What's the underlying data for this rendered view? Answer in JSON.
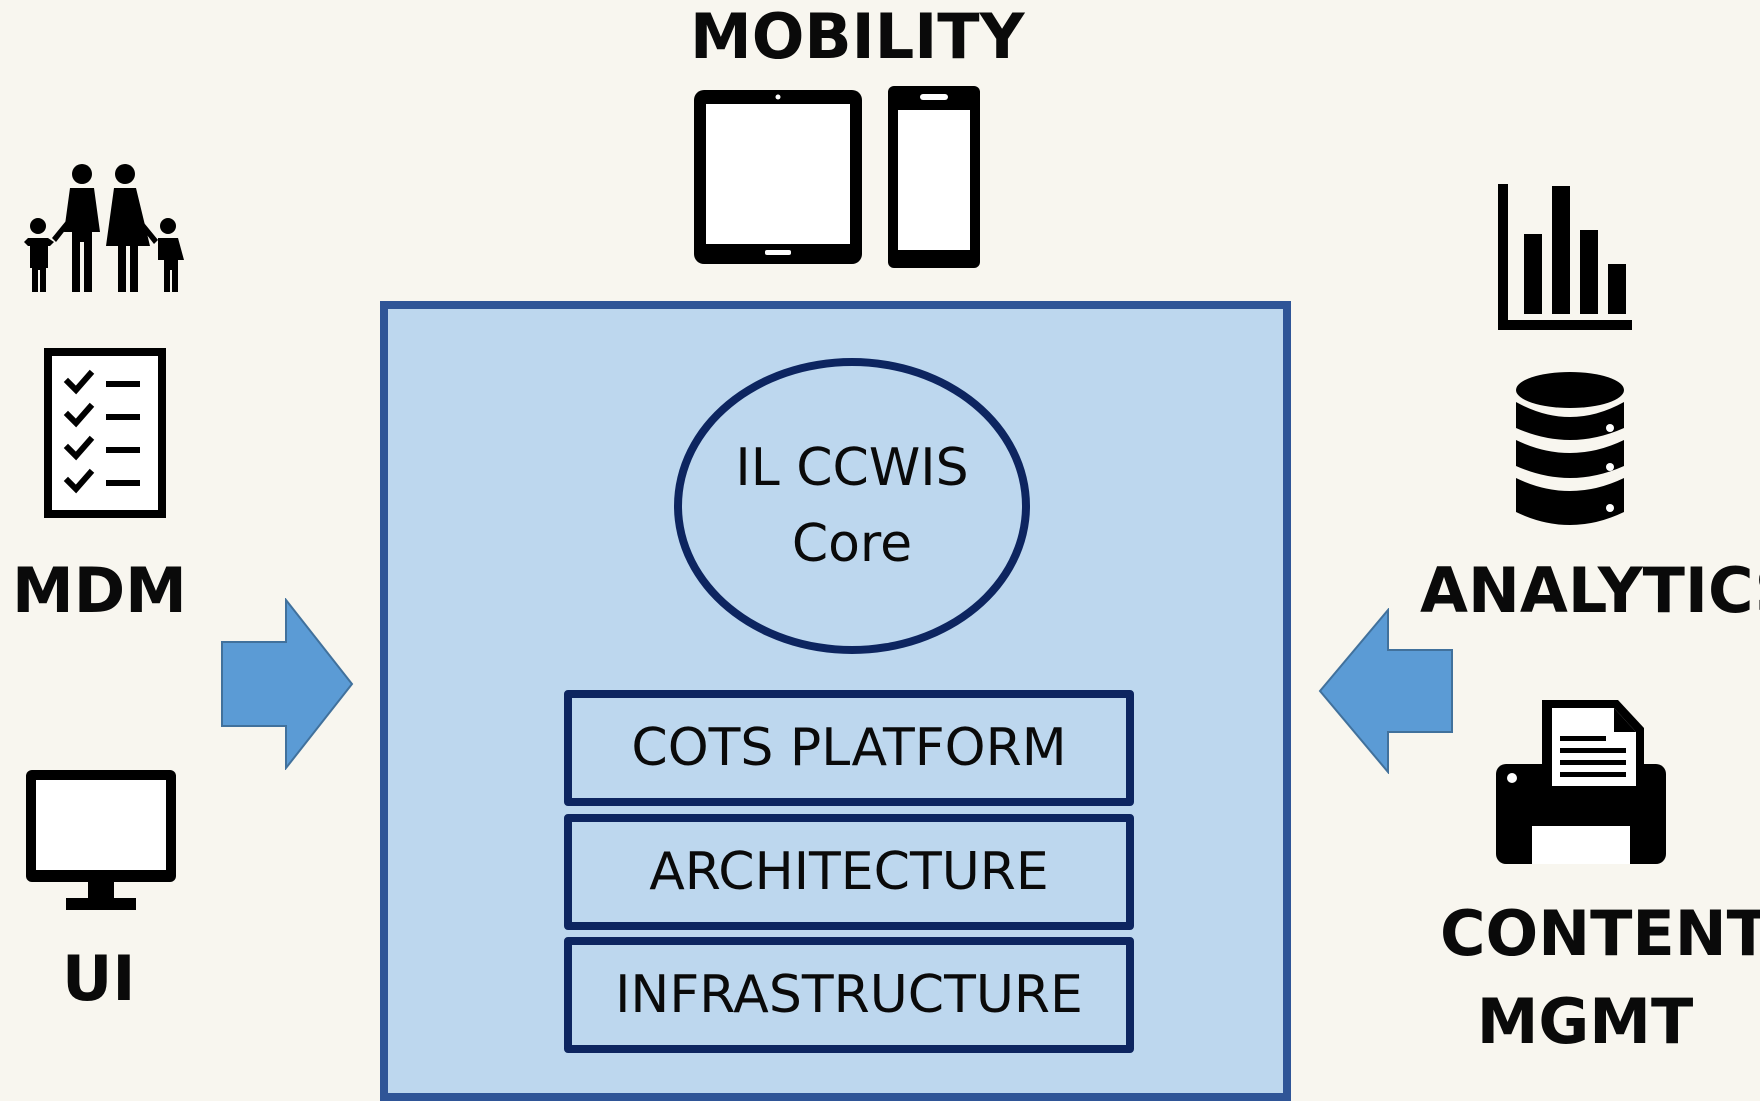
{
  "labels": {
    "mobility": "MOBILITY",
    "mdm": "MDM",
    "ui": "UI",
    "analytics": "ANALYTICS",
    "content_line1": "CONTENT",
    "content_line2": "MGMT"
  },
  "core": {
    "line1": "IL CCWIS",
    "line2": "Core"
  },
  "layers": [
    "COTS PLATFORM",
    "ARCHITECTURE",
    "INFRASTRUCTURE"
  ],
  "colors": {
    "background": "#f8f6ef",
    "box_fill": "#bdd7ee",
    "box_border": "#2f5597",
    "inner_border": "#0d2560",
    "arrow_fill": "#5b9bd5",
    "arrow_border": "#41719c"
  },
  "icons": [
    "family-icon",
    "checklist-icon",
    "monitor-icon",
    "tablet-icon",
    "phone-icon",
    "bar-chart-icon",
    "database-icon",
    "printer-icon",
    "arrow-right-icon",
    "arrow-left-icon"
  ]
}
